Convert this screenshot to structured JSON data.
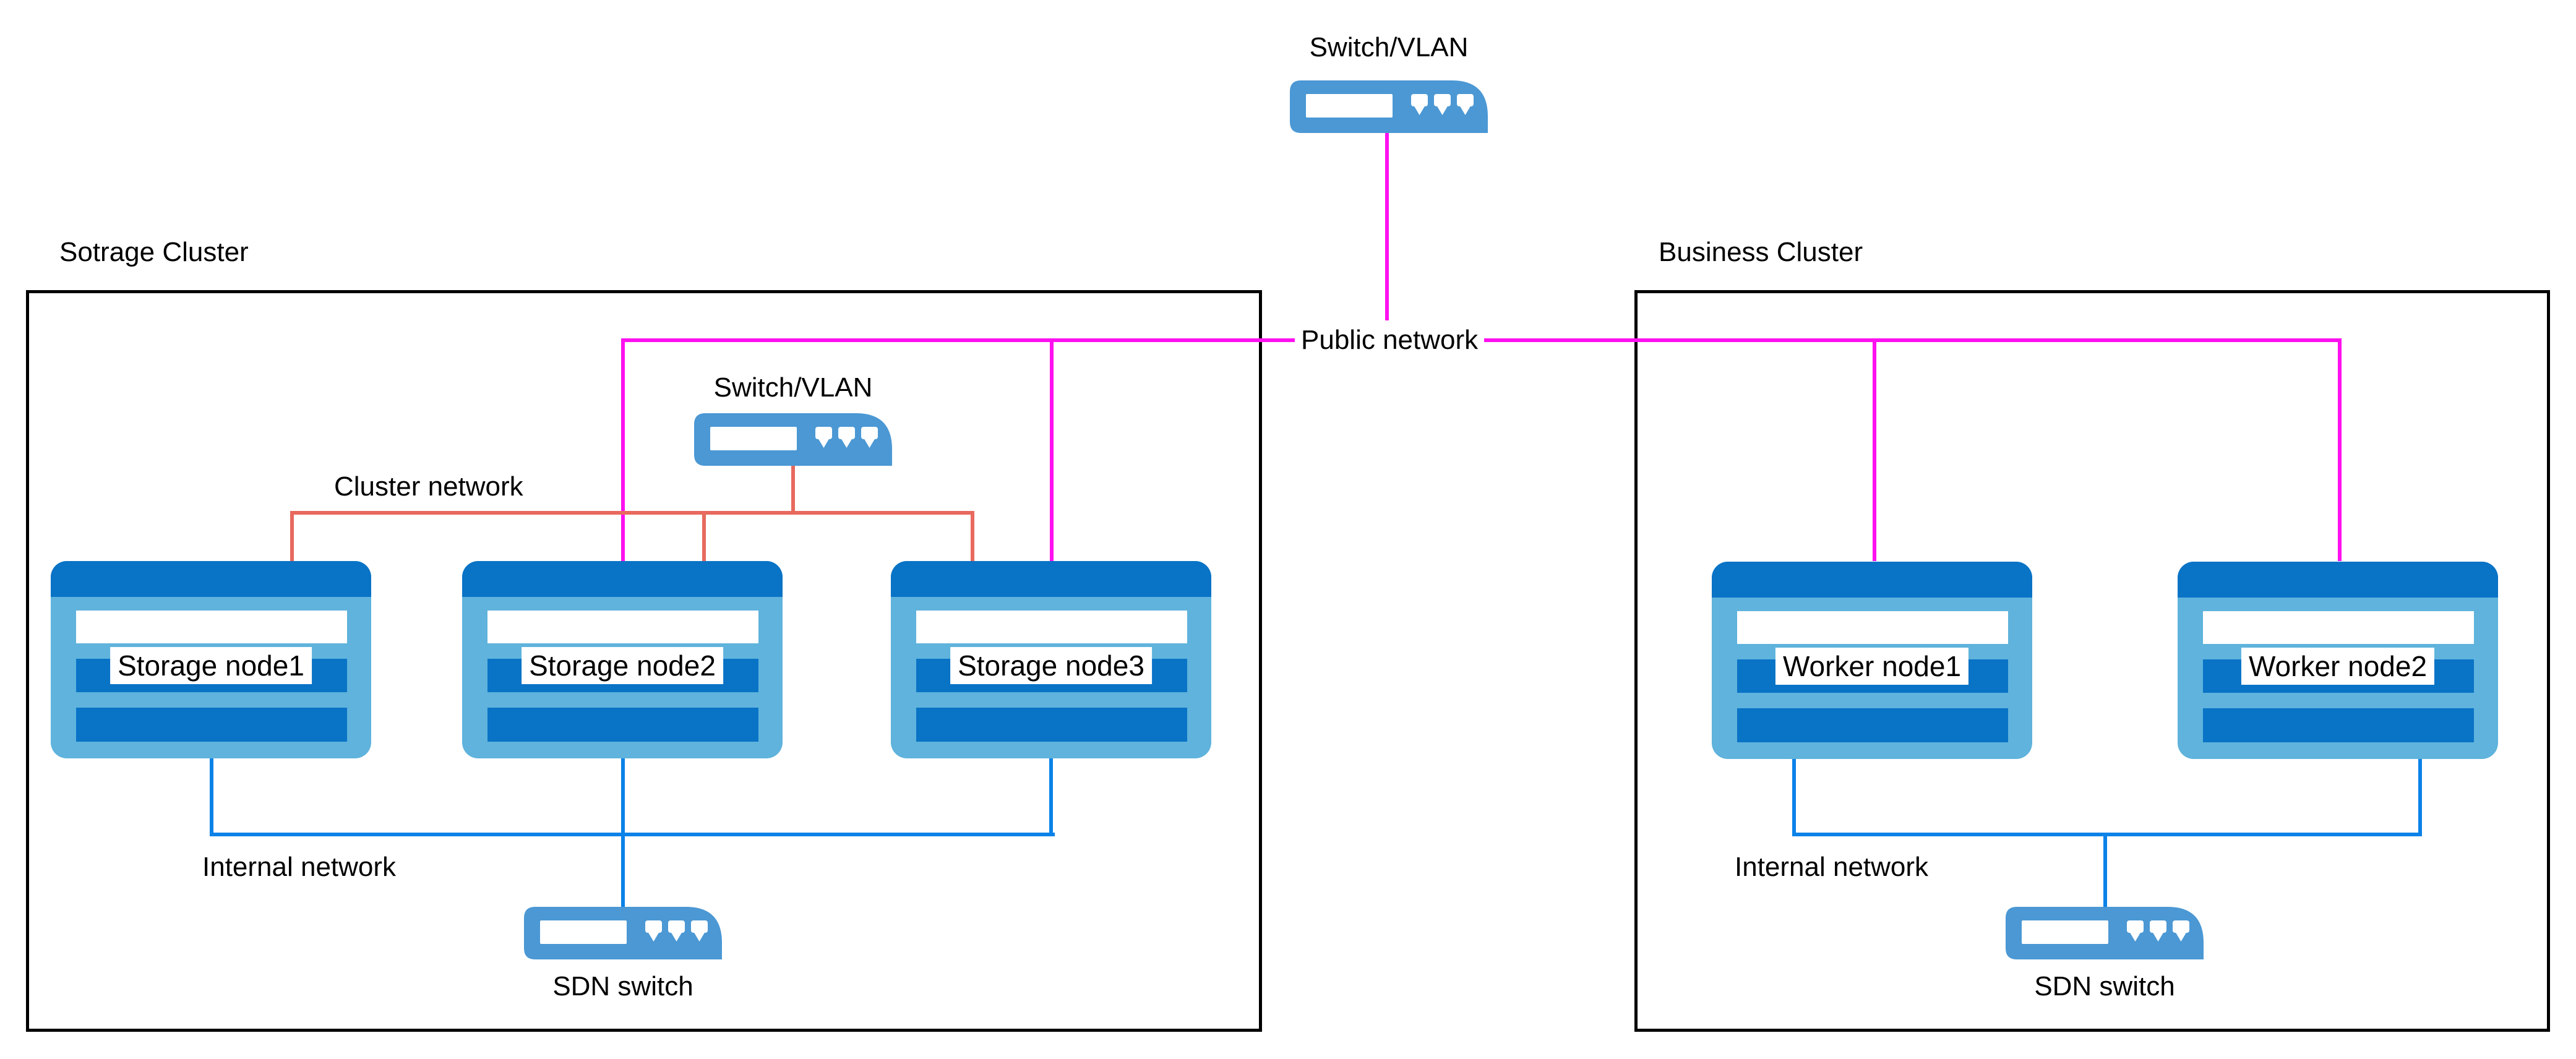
{
  "diagram": {
    "top_switch": {
      "label": "Switch/VLAN"
    },
    "public_network": {
      "label": "Public network"
    },
    "storage_cluster": {
      "title": "Sotrage Cluster",
      "switch": {
        "label": "Switch/VLAN"
      },
      "cluster_network": {
        "label": "Cluster network"
      },
      "internal_network": {
        "label": "Internal network"
      },
      "sdn_switch": {
        "label": "SDN switch"
      },
      "nodes": [
        {
          "label": "Storage node1"
        },
        {
          "label": "Storage node2"
        },
        {
          "label": "Storage node3"
        }
      ]
    },
    "business_cluster": {
      "title": "Business Cluster",
      "internal_network": {
        "label": "Internal network"
      },
      "sdn_switch": {
        "label": "SDN switch"
      },
      "nodes": [
        {
          "label": "Worker node1"
        },
        {
          "label": "Worker node2"
        }
      ]
    },
    "colors": {
      "public_network": "#ff10f0",
      "cluster_network": "#e8695e",
      "internal_network": "#0b82e8",
      "switch_icon": "#4b98d4",
      "node_body": "#5fb3dc",
      "node_dark": "#0973c6"
    }
  }
}
